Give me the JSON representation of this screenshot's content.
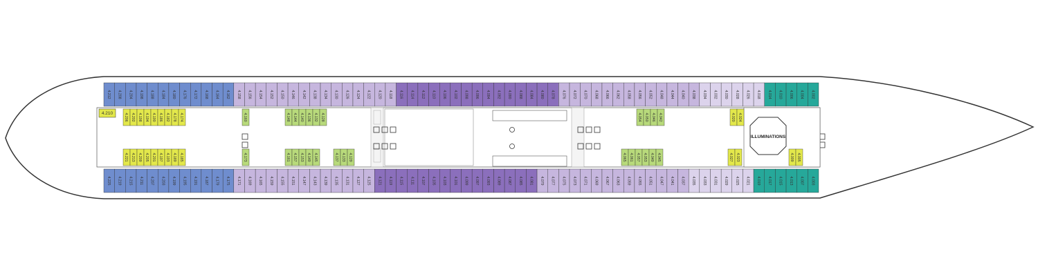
{
  "deck": {
    "venue_label": "ILLUMINATIONS",
    "colors": {
      "blue": "#6f8dce",
      "purple": "#8b6fbc",
      "lavender": "#c6b6de",
      "pale_lavender": "#dcd3ec",
      "green": "#b8da7b",
      "yellow": "#e3e84b",
      "teal": "#26a89a",
      "outline": "#333333"
    },
    "top_row": [
      {
        "label": "4.212",
        "color": "blue"
      },
      {
        "label": "4.208",
        "color": "blue"
      },
      {
        "label": "4.204",
        "color": "blue"
      },
      {
        "label": "4.198",
        "color": "blue"
      },
      {
        "label": "4.188",
        "color": "blue"
      },
      {
        "label": "4.184",
        "color": "blue"
      },
      {
        "label": "4.180",
        "color": "blue"
      },
      {
        "label": "4.176",
        "color": "blue"
      },
      {
        "label": "4.172",
        "color": "blue"
      },
      {
        "label": "4.168",
        "color": "blue"
      },
      {
        "label": "4.164",
        "color": "blue"
      },
      {
        "label": "4.162",
        "color": "blue"
      },
      {
        "label": "4.158",
        "color": "lavender"
      },
      {
        "label": "4.156",
        "color": "lavender"
      },
      {
        "label": "4.154",
        "color": "lavender"
      },
      {
        "label": "4.152",
        "color": "lavender"
      },
      {
        "label": "4.150",
        "color": "lavender"
      },
      {
        "label": "4.146",
        "color": "lavender"
      },
      {
        "label": "4.142",
        "color": "lavender"
      },
      {
        "label": "4.138",
        "color": "lavender"
      },
      {
        "label": "4.134",
        "color": "lavender"
      },
      {
        "label": "4.130",
        "color": "lavender"
      },
      {
        "label": "4.126",
        "color": "lavender"
      },
      {
        "label": "4.124",
        "color": "lavender"
      },
      {
        "label": "4.122",
        "color": "lavender"
      },
      {
        "label": "4.120",
        "color": "lavender"
      },
      {
        "label": "4.118",
        "color": "lavender"
      },
      {
        "label": "4.116",
        "color": "purple"
      },
      {
        "label": "4.114",
        "color": "purple"
      },
      {
        "label": "4.112",
        "color": "purple"
      },
      {
        "label": "4.110",
        "color": "purple"
      },
      {
        "label": "4.106",
        "color": "purple"
      },
      {
        "label": "4.102",
        "color": "purple"
      },
      {
        "label": "4.098",
        "color": "purple"
      },
      {
        "label": "4.096",
        "color": "purple"
      },
      {
        "label": "4.094",
        "color": "purple"
      },
      {
        "label": "4.092",
        "color": "purple"
      },
      {
        "label": "4.090",
        "color": "purple"
      },
      {
        "label": "4.088",
        "color": "purple"
      },
      {
        "label": "4.084",
        "color": "purple"
      },
      {
        "label": "4.080",
        "color": "purple"
      },
      {
        "label": "4.078",
        "color": "purple"
      },
      {
        "label": "4.076",
        "color": "lavender"
      },
      {
        "label": "4.072",
        "color": "lavender"
      },
      {
        "label": "4.070",
        "color": "lavender"
      },
      {
        "label": "4.068",
        "color": "lavender"
      },
      {
        "label": "4.066",
        "color": "lavender"
      },
      {
        "label": "4.062",
        "color": "lavender"
      },
      {
        "label": "4.058",
        "color": "lavender"
      },
      {
        "label": "4.056",
        "color": "lavender"
      },
      {
        "label": "4.052",
        "color": "lavender"
      },
      {
        "label": "4.048",
        "color": "lavender"
      },
      {
        "label": "4.044",
        "color": "lavender"
      },
      {
        "label": "4.040",
        "color": "lavender"
      },
      {
        "label": "4.038",
        "color": "lavender"
      },
      {
        "label": "4.034",
        "color": "pale_lavender"
      },
      {
        "label": "4.032",
        "color": "pale_lavender"
      },
      {
        "label": "4.030",
        "color": "pale_lavender"
      },
      {
        "label": "4.028",
        "color": "pale_lavender"
      },
      {
        "label": "4.026",
        "color": "pale_lavender"
      },
      {
        "label": "4.018",
        "color": "pale_lavender"
      },
      {
        "label": "4.014",
        "color": "teal"
      },
      {
        "label": "4.010",
        "color": "teal"
      },
      {
        "label": "4.006",
        "color": "teal"
      },
      {
        "label": "4.004",
        "color": "teal"
      },
      {
        "label": "4.002",
        "color": "teal"
      }
    ],
    "bottom_row": [
      {
        "label": "4.225",
        "color": "blue"
      },
      {
        "label": "4.219",
        "color": "blue"
      },
      {
        "label": "4.215",
        "color": "blue"
      },
      {
        "label": "4.211",
        "color": "blue"
      },
      {
        "label": "4.207",
        "color": "blue"
      },
      {
        "label": "4.203",
        "color": "blue"
      },
      {
        "label": "4.199",
        "color": "blue"
      },
      {
        "label": "4.195",
        "color": "blue"
      },
      {
        "label": "4.191",
        "color": "blue"
      },
      {
        "label": "4.187",
        "color": "blue"
      },
      {
        "label": "4.179",
        "color": "blue"
      },
      {
        "label": "4.175",
        "color": "blue"
      },
      {
        "label": "4.171",
        "color": "lavender"
      },
      {
        "label": "4.169",
        "color": "lavender"
      },
      {
        "label": "4.165",
        "color": "lavender"
      },
      {
        "label": "4.159",
        "color": "lavender"
      },
      {
        "label": "4.155",
        "color": "lavender"
      },
      {
        "label": "4.151",
        "color": "lavender"
      },
      {
        "label": "4.147",
        "color": "lavender"
      },
      {
        "label": "4.143",
        "color": "lavender"
      },
      {
        "label": "4.139",
        "color": "lavender"
      },
      {
        "label": "4.135",
        "color": "lavender"
      },
      {
        "label": "4.131",
        "color": "lavender"
      },
      {
        "label": "4.127",
        "color": "lavender"
      },
      {
        "label": "4.125",
        "color": "lavender"
      },
      {
        "label": "4.121",
        "color": "purple"
      },
      {
        "label": "4.119",
        "color": "purple"
      },
      {
        "label": "4.115",
        "color": "purple"
      },
      {
        "label": "4.111",
        "color": "purple"
      },
      {
        "label": "4.107",
        "color": "purple"
      },
      {
        "label": "4.105",
        "color": "purple"
      },
      {
        "label": "4.103",
        "color": "purple"
      },
      {
        "label": "4.101",
        "color": "purple"
      },
      {
        "label": "4.099",
        "color": "purple"
      },
      {
        "label": "4.097",
        "color": "purple"
      },
      {
        "label": "4.093",
        "color": "purple"
      },
      {
        "label": "4.089",
        "color": "purple"
      },
      {
        "label": "4.087",
        "color": "purple"
      },
      {
        "label": "4.085",
        "color": "purple"
      },
      {
        "label": "4.081",
        "color": "purple"
      },
      {
        "label": "4.079",
        "color": "lavender"
      },
      {
        "label": "4.077",
        "color": "lavender"
      },
      {
        "label": "4.075",
        "color": "lavender"
      },
      {
        "label": "4.073",
        "color": "lavender"
      },
      {
        "label": "4.071",
        "color": "lavender"
      },
      {
        "label": "4.069",
        "color": "lavender"
      },
      {
        "label": "4.067",
        "color": "lavender"
      },
      {
        "label": "4.063",
        "color": "lavender"
      },
      {
        "label": "4.059",
        "color": "lavender"
      },
      {
        "label": "4.055",
        "color": "lavender"
      },
      {
        "label": "4.051",
        "color": "lavender"
      },
      {
        "label": "4.047",
        "color": "lavender"
      },
      {
        "label": "4.041",
        "color": "lavender"
      },
      {
        "label": "4.037",
        "color": "lavender"
      },
      {
        "label": "4.035",
        "color": "pale_lavender"
      },
      {
        "label": "4.033",
        "color": "pale_lavender"
      },
      {
        "label": "4.031",
        "color": "pale_lavender"
      },
      {
        "label": "4.029",
        "color": "pale_lavender"
      },
      {
        "label": "4.025",
        "color": "pale_lavender"
      },
      {
        "label": "4.021",
        "color": "pale_lavender"
      },
      {
        "label": "4.019",
        "color": "teal"
      },
      {
        "label": "4.017",
        "color": "teal"
      },
      {
        "label": "4.015",
        "color": "teal"
      },
      {
        "label": "4.013",
        "color": "teal"
      },
      {
        "label": "4.007",
        "color": "teal"
      },
      {
        "label": "4.003",
        "color": "teal"
      }
    ],
    "inner_upper": [
      {
        "label": "4.206",
        "color": "yellow"
      },
      {
        "label": "4.202",
        "color": "yellow"
      },
      {
        "label": "4.198",
        "color": "yellow"
      },
      {
        "label": "4.194",
        "color": "yellow"
      },
      {
        "label": "4.190",
        "color": "yellow"
      },
      {
        "label": "4.186",
        "color": "yellow"
      },
      {
        "label": "4.182",
        "color": "yellow"
      },
      {
        "label": "4.178",
        "color": "yellow"
      },
      {
        "label": "4.174",
        "color": "yellow"
      },
      {
        "label": "4.160",
        "color": "green"
      },
      {
        "label": "4.148",
        "color": "green"
      },
      {
        "label": "4.144",
        "color": "green"
      },
      {
        "label": "4.140",
        "color": "green"
      },
      {
        "label": "4.136",
        "color": "green"
      },
      {
        "label": "4.132",
        "color": "green"
      },
      {
        "label": "4.128",
        "color": "green"
      },
      {
        "label": "4.054",
        "color": "green"
      },
      {
        "label": "4.050",
        "color": "green"
      },
      {
        "label": "4.046",
        "color": "green"
      },
      {
        "label": "4.042",
        "color": "green"
      },
      {
        "label": "4.020",
        "color": "yellow"
      },
      {
        "label": "4.024",
        "color": "yellow"
      }
    ],
    "inner_lower": [
      {
        "label": "4.221",
        "color": "yellow"
      },
      {
        "label": "4.213",
        "color": "yellow"
      },
      {
        "label": "4.209",
        "color": "yellow"
      },
      {
        "label": "4.205",
        "color": "yellow"
      },
      {
        "label": "4.201",
        "color": "yellow"
      },
      {
        "label": "4.197",
        "color": "yellow"
      },
      {
        "label": "4.193",
        "color": "yellow"
      },
      {
        "label": "4.189",
        "color": "yellow"
      },
      {
        "label": "4.185",
        "color": "yellow"
      },
      {
        "label": "4.173",
        "color": "green"
      },
      {
        "label": "4.161",
        "color": "green"
      },
      {
        "label": "4.157",
        "color": "green"
      },
      {
        "label": "4.153",
        "color": "green"
      },
      {
        "label": "4.149",
        "color": "green"
      },
      {
        "label": "4.145",
        "color": "green"
      },
      {
        "label": "4.137",
        "color": "green"
      },
      {
        "label": "4.133",
        "color": "green"
      },
      {
        "label": "4.129",
        "color": "green"
      },
      {
        "label": "4.065",
        "color": "green"
      },
      {
        "label": "4.061",
        "color": "green"
      },
      {
        "label": "4.057",
        "color": "green"
      },
      {
        "label": "4.053",
        "color": "green"
      },
      {
        "label": "4.049",
        "color": "green"
      },
      {
        "label": "4.045",
        "color": "green"
      },
      {
        "label": "4.027",
        "color": "yellow"
      },
      {
        "label": "4.023",
        "color": "yellow"
      },
      {
        "label": "4.009",
        "color": "yellow"
      },
      {
        "label": "4.005",
        "color": "yellow"
      }
    ],
    "single_cabin": {
      "label": "4.210",
      "color": "yellow"
    }
  }
}
